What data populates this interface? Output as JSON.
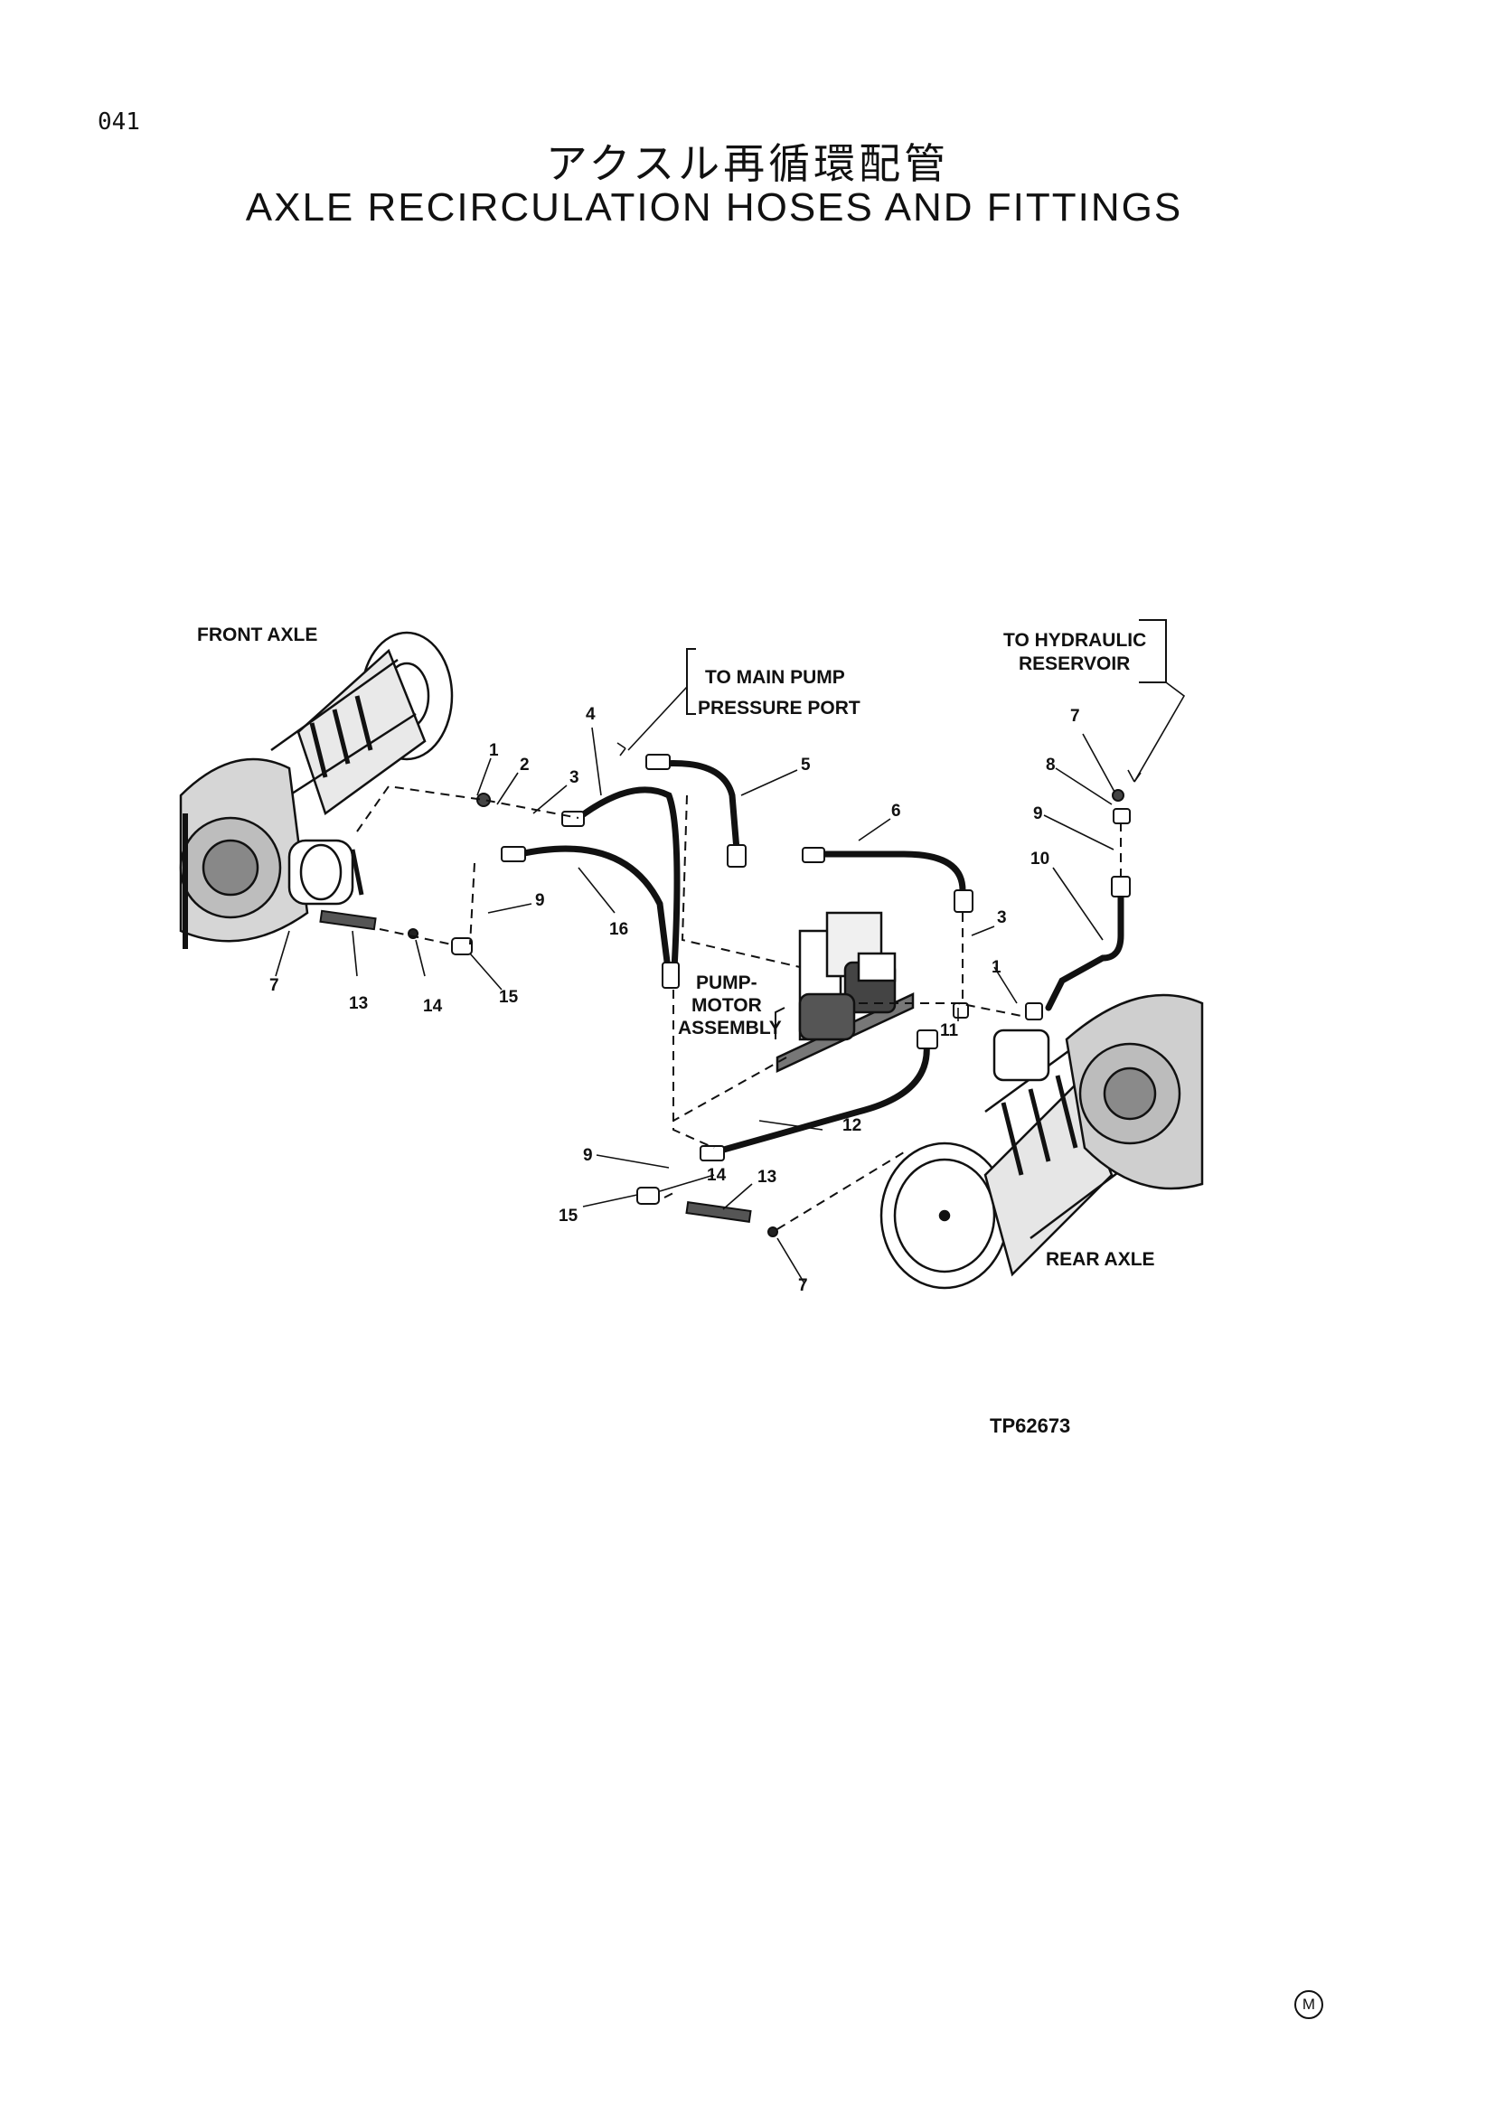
{
  "page_number": "041",
  "title_jp": "アクスル再循環配管",
  "title_en": "AXLE RECIRCULATION HOSES AND FITTINGS",
  "labels": {
    "front_axle": "FRONT AXLE",
    "rear_axle": "REAR AXLE",
    "main_pump_line1": "TO MAIN PUMP",
    "main_pump_line2": "PRESSURE PORT",
    "reservoir_line1": "TO HYDRAULIC",
    "reservoir_line2": "RESERVOIR",
    "pump_line1": "PUMP-",
    "pump_line2": "MOTOR",
    "pump_line3": "ASSEMBLY"
  },
  "callouts": {
    "c1a": "1",
    "c2": "2",
    "c3a": "3",
    "c4": "4",
    "c5": "5",
    "c6": "6",
    "c7a": "7",
    "c8": "8",
    "c9a": "9",
    "c10": "10",
    "c16": "16",
    "c9b": "9",
    "c15a": "15",
    "c14a": "14",
    "c13a": "13",
    "c7b": "7",
    "c3b": "3",
    "c1b": "1",
    "c11": "11",
    "c12": "12",
    "c9c": "9",
    "c14b": "14",
    "c13b": "13",
    "c15b": "15",
    "c7c": "7"
  },
  "drawing_code": "TP62673",
  "mark": "M"
}
